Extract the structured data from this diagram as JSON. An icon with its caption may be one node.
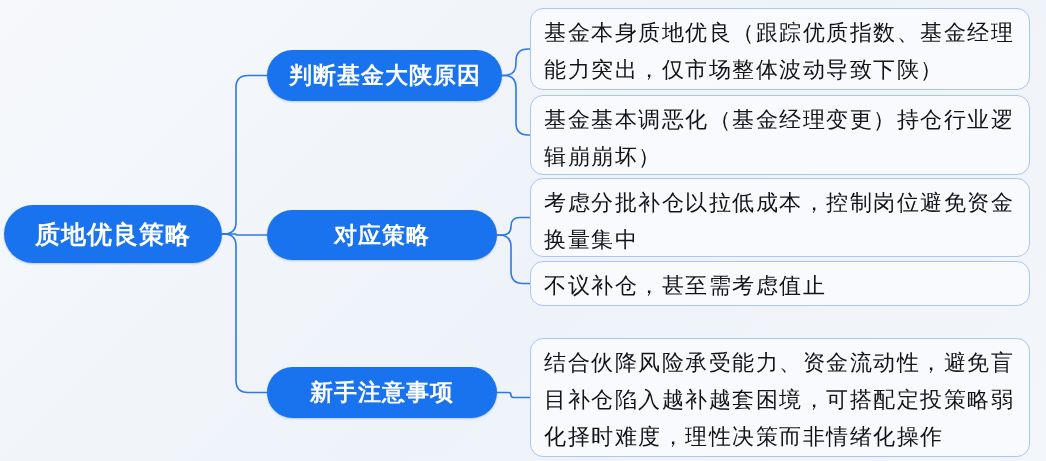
{
  "diagram": {
    "nodes": [
      {
        "text": [
          "质地优良策略"
        ]
      },
      {
        "text": [
          "判断基金大陕原因"
        ]
      },
      {
        "text": [
          "对应策略"
        ]
      },
      {
        "text": [
          "新手注意事项"
        ]
      },
      {
        "text": [
          "基金本身质地优良（跟踪优质指数、基金经理能力突出，仅市场整体波动导致下陕）"
        ]
      },
      {
        "text": [
          "基金基本调恶化（基金经理变更）持仓行业逻辑崩崩坏）"
        ]
      },
      {
        "text": [
          "考虑分批补仓以拉低成本，控制岗位避免资金换量集中"
        ]
      },
      {
        "text": [
          "不议补仓，甚至需考虑值止"
        ]
      },
      {
        "text": [
          "结合伙降风险承受能力、资金流动性，避免盲目补仓陷入越补越套困境，可搭配定投策略弱化择时难度，理性决策而非情绪化操作"
        ]
      }
    ],
    "edges": [
      {
        "from": 0,
        "to": 1,
        "arrow": "none"
      },
      {
        "from": 0,
        "to": 2,
        "arrow": "none"
      },
      {
        "from": 0,
        "to": 3,
        "arrow": "none"
      },
      {
        "from": 1,
        "to": 4,
        "arrow": "none"
      },
      {
        "from": 1,
        "to": 5,
        "arrow": "none"
      },
      {
        "from": 2,
        "to": 6,
        "arrow": "none"
      },
      {
        "from": 2,
        "to": 7,
        "arrow": "none"
      },
      {
        "from": 3,
        "to": 8,
        "arrow": "none"
      }
    ]
  }
}
